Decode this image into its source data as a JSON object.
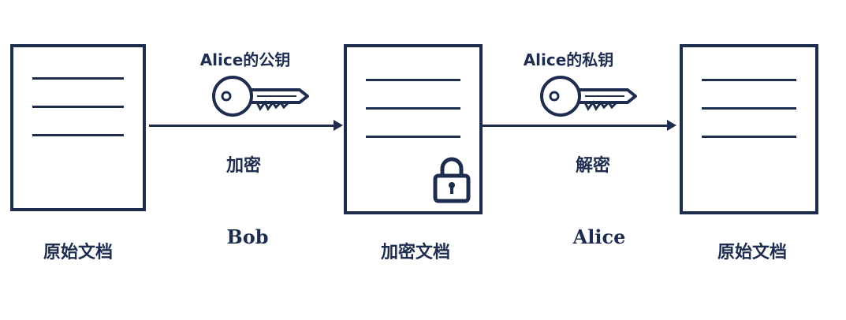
{
  "documents": [
    {
      "caption": "原始文档"
    },
    {
      "caption": "加密文档"
    },
    {
      "caption": "原始文档"
    }
  ],
  "steps": [
    {
      "key_label": "Alice的公钥",
      "action": "加密",
      "actor": "Bob",
      "key_icon": "key-icon"
    },
    {
      "key_label": "Alice的私钥",
      "action": "解密",
      "actor": "Alice",
      "key_icon": "key-icon"
    }
  ],
  "lock_icon": "lock-icon",
  "colors": {
    "stroke": "#1e2d4f",
    "background": "#ffffff"
  }
}
